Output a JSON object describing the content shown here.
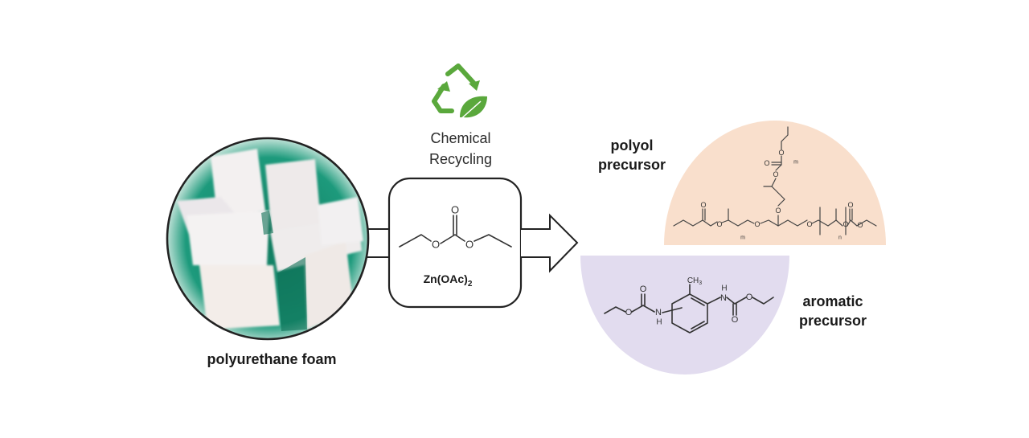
{
  "colors": {
    "recycle_green": "#5aa83c",
    "foam_background": "#1d9a7c",
    "polyol_fill": "#f9dfcc",
    "aromatic_fill": "#e2dcef",
    "outline": "#222222"
  },
  "recycle": {
    "icon": "recycle-leaf-icon",
    "line1": "Chemical",
    "line2": "Recycling"
  },
  "reagent_box": {
    "reagent": "diethyl carbonate",
    "atom_O": "O",
    "catalyst_main": "Zn(OAc)",
    "catalyst_sub": "2"
  },
  "foam": {
    "label": "polyurethane foam",
    "icon": "foam-photo"
  },
  "products": [
    {
      "id": "polyol",
      "line1": "polyol",
      "line2": "precursor",
      "atom_O": "O",
      "index_m": "m",
      "index_n": "n"
    },
    {
      "id": "aromatic",
      "line1": "aromatic",
      "line2": "precursor",
      "atom_O": "O",
      "atom_N": "N",
      "atom_H": "H",
      "methyl": "CH",
      "methyl_sub": "3"
    }
  ],
  "arrow": {
    "icon": "process-arrow-icon"
  }
}
